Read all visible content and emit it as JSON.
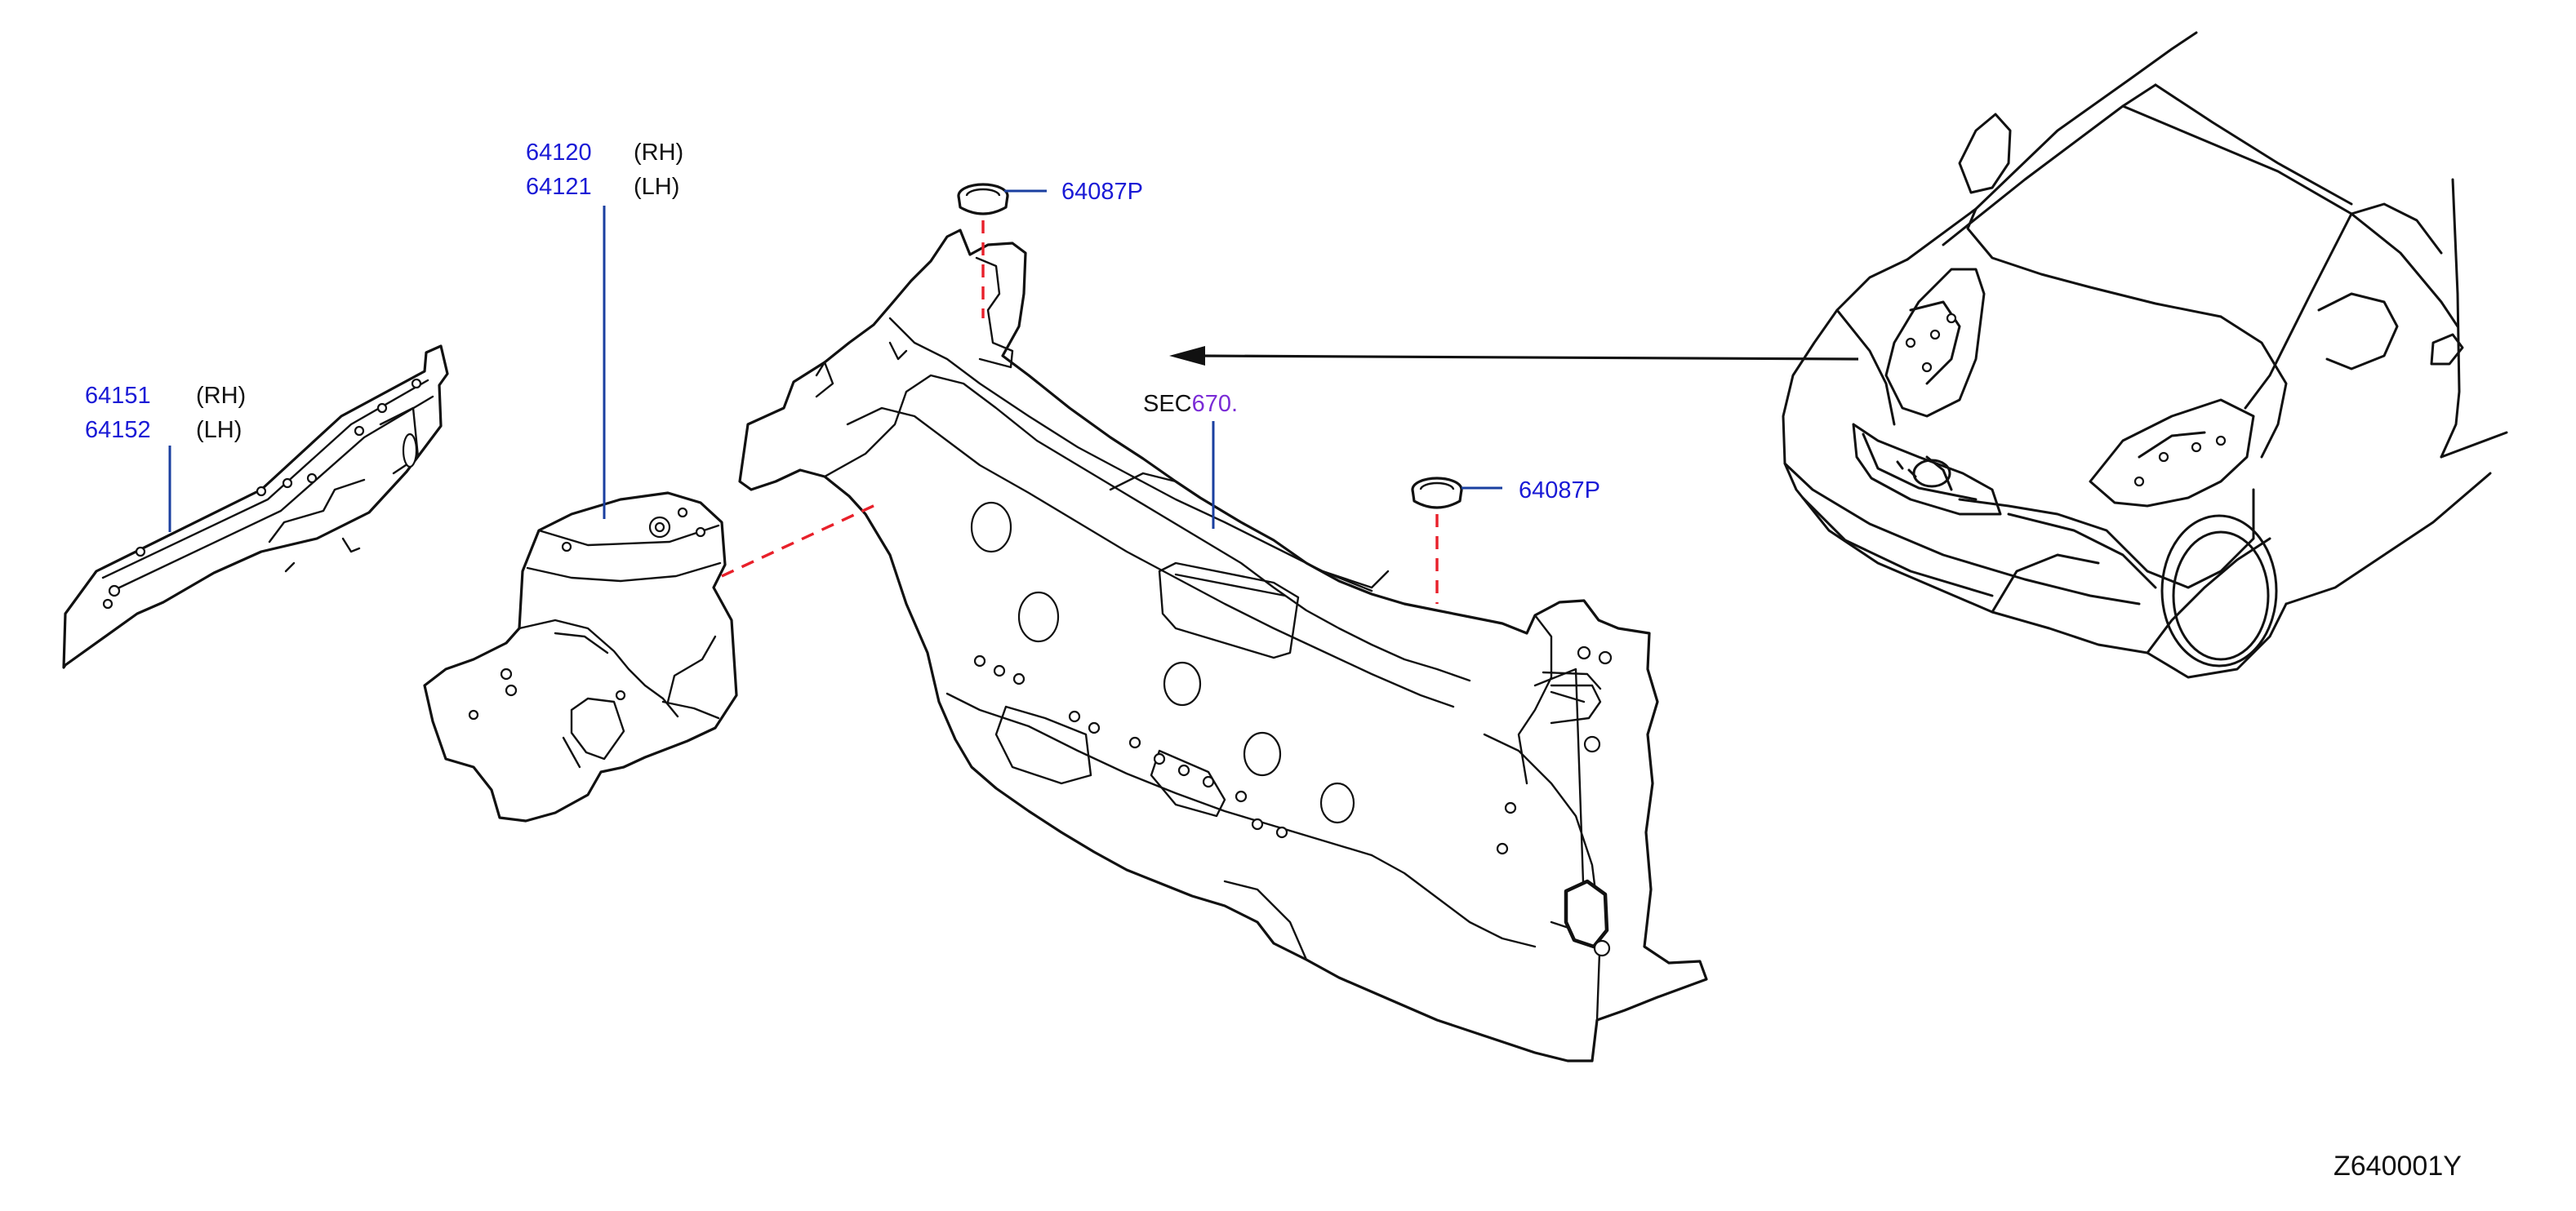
{
  "callouts": {
    "part_64120": "64120",
    "part_64120_side": "(RH)",
    "part_64121": "64121",
    "part_64121_side": "(LH)",
    "part_64151": "64151",
    "part_64151_side": "(RH)",
    "part_64152": "64152",
    "part_64152_side": "(LH)",
    "grommet_top": "64087P",
    "grommet_right": "64087P",
    "section_prefix": "SEC",
    "section_number": "670."
  },
  "diagram_code": "Z640001Y",
  "colors": {
    "part_link": "#1a1ad6",
    "section_link": "#7a2bd6",
    "leader": "#1a3fa0",
    "dashed_connector": "#e8202a",
    "line_art": "#111111"
  }
}
